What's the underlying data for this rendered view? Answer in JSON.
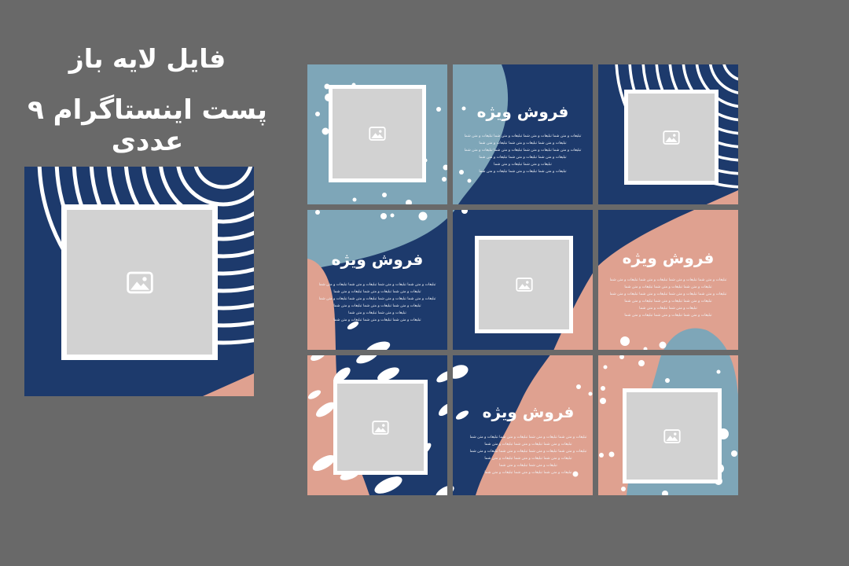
{
  "colors": {
    "background": "#696969",
    "navy": "#1d3a6c",
    "light_blue": "#7ea6b8",
    "salmon": "#dfa190",
    "placeholder_fill": "#d2d2d2",
    "white": "#ffffff"
  },
  "header": {
    "title_line1": "فایل لایه باز",
    "title_line2": "پست اینستاگرام ۹ عددی"
  },
  "grid": {
    "heading": "فروش ویژه",
    "body_text": "تبلیغات و متن شما تبلیغات و متن شما تبلیغات و متن شما تبلیغات و متن شما\nتبلیغات و متن شما تبلیغات و متن شما تبلیغات و متن شما\nتبلیغات و متن شما تبلیغات و متن شما تبلیغات و متن شما تبلیغات و متن شما\nتبلیغات و متن شما تبلیغات و متن شما تبلیغات و متن شما\nتبلیغات و متن شما تبلیغات و متن شما\nتبلیغات و متن شما تبلیغات و متن شما تبلیغات و متن شما",
    "tiles": [
      {
        "type": "image"
      },
      {
        "type": "text"
      },
      {
        "type": "image"
      },
      {
        "type": "text"
      },
      {
        "type": "image"
      },
      {
        "type": "text"
      },
      {
        "type": "image"
      },
      {
        "type": "text"
      },
      {
        "type": "image"
      }
    ]
  }
}
